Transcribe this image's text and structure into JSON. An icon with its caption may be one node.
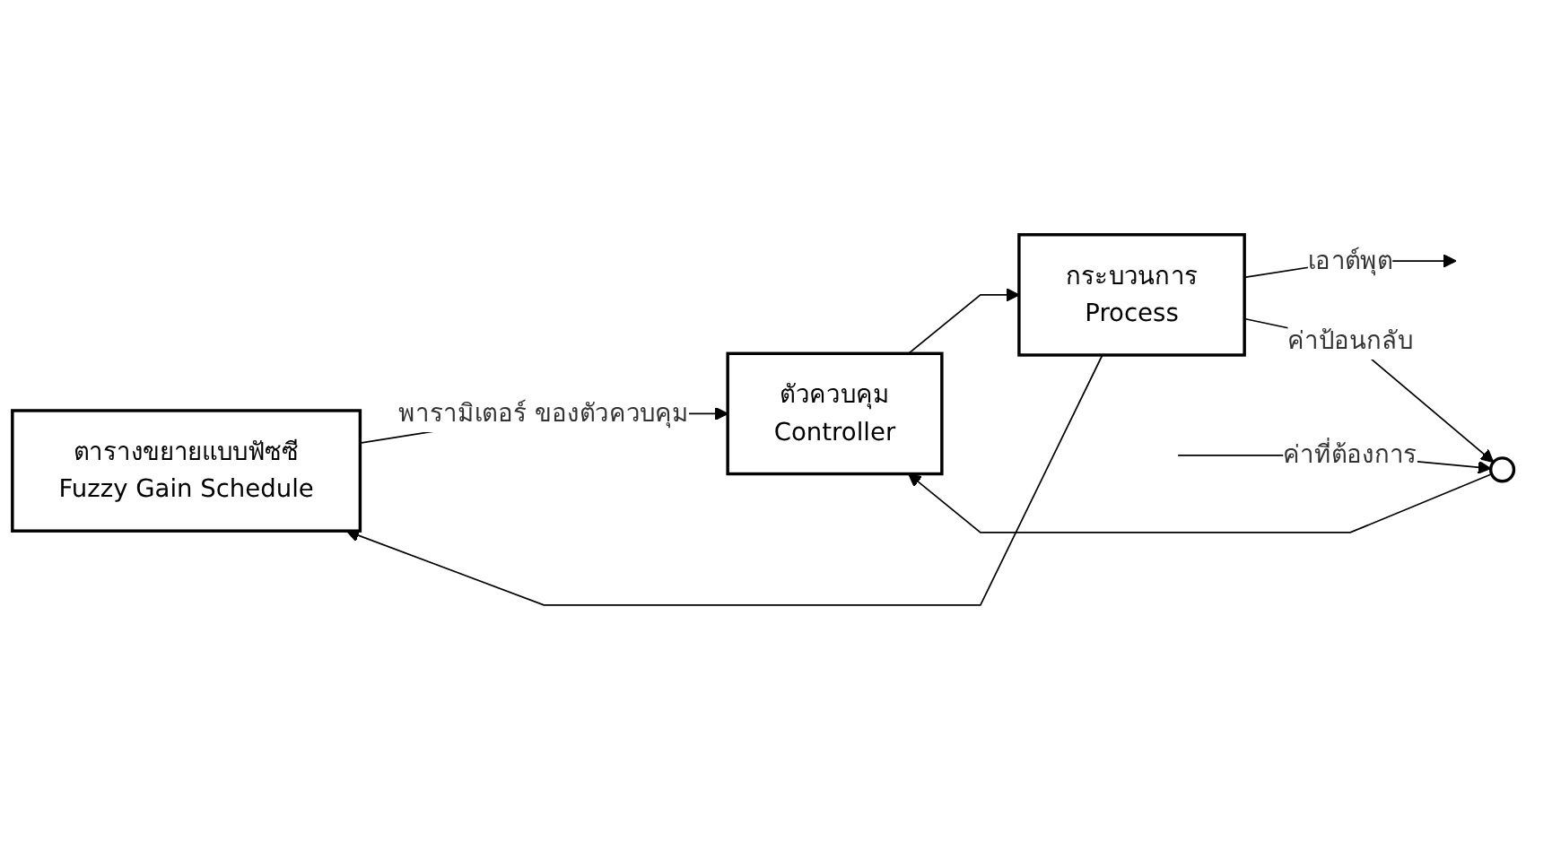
{
  "diagram": {
    "nodes": [
      {
        "text": [
          "ตารางขยายแบบฟัซซี",
          "Fuzzy Gain Schedule"
        ]
      },
      {
        "text": [],
        "shape": "circle"
      },
      {
        "text": [
          "ตัวควบคุม",
          "Controller"
        ]
      },
      {
        "text": [
          "กระบวนการ",
          "Process"
        ]
      }
    ],
    "edges": [
      {
        "from": null,
        "to": 1,
        "arrow": "to",
        "label": "ค่าที่ต้องการ"
      },
      {
        "from": 1,
        "to": 2,
        "arrow": "to"
      },
      {
        "from": 0,
        "to": 2,
        "arrow": "to",
        "label": "พารามิเตอร์ ของตัวควบคุม"
      },
      {
        "from": 2,
        "to": 3,
        "arrow": "to"
      },
      {
        "from": 3,
        "to": 0,
        "arrow": "to"
      },
      {
        "from": 3,
        "to": null,
        "arrow": "to",
        "label": "เอาต์พุต"
      },
      {
        "from": 3,
        "to": 1,
        "arrow": "to",
        "label": "ค่าป้อนกลับ"
      }
    ]
  }
}
